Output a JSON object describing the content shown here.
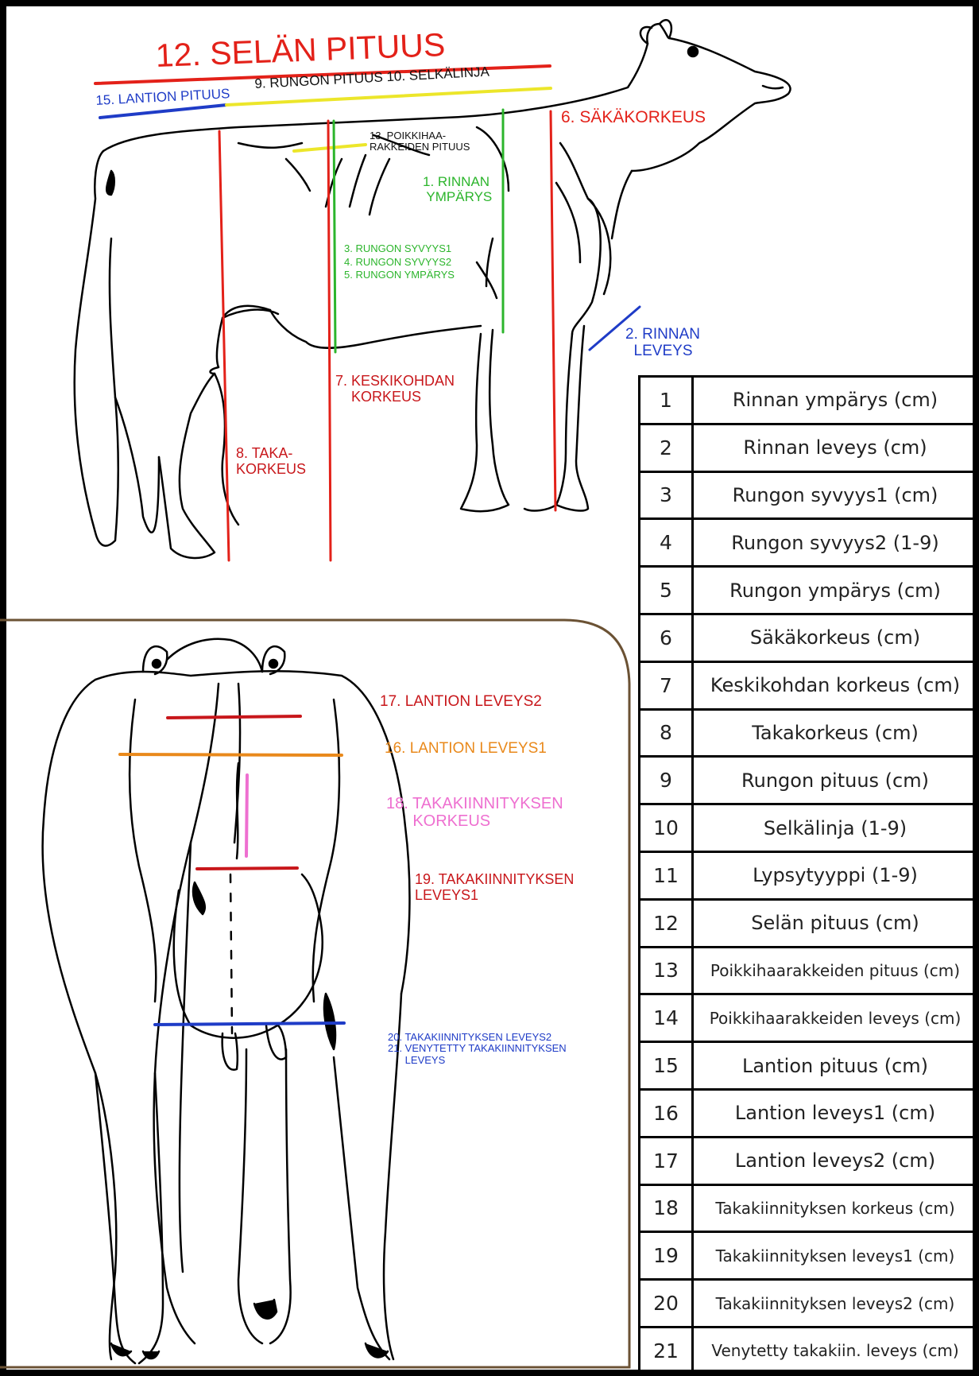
{
  "side_labels": {
    "l12": {
      "text": "12. SELÄN PITUUS",
      "color": "#e32119"
    },
    "l15": {
      "text": "15. LANTION PITUUS",
      "color": "#1f3cc7"
    },
    "l9_10": {
      "text": "9. RUNGON PITUUS 10. SELKÄLINJA",
      "color": "#111111"
    },
    "l6": {
      "text": "6. SÄKÄKORKEUS",
      "color": "#e32119"
    },
    "l13": {
      "text": "13. POIKKIHAA-\nRAKKEIDEN PITUUS",
      "color": "#111111"
    },
    "l1": {
      "text": "1. RINNAN\n YMPÄRYS",
      "color": "#2cb52c"
    },
    "l3_5": {
      "text": "3. RUNGON SYVYYS1\n4. RUNGON SYVYYS2\n5. RUNGON YMPÄRYS",
      "color": "#2cb52c"
    },
    "l2": {
      "text": "2. RINNAN\n  LEVEYS",
      "color": "#1f3cc7"
    },
    "l7": {
      "text": "7. KESKIKOHDAN\n    KORKEUS",
      "color": "#c8171b"
    },
    "l8": {
      "text": "8. TAKA-\nKORKEUS",
      "color": "#c8171b"
    }
  },
  "rear_labels": {
    "l17": {
      "text": "17. LANTION LEVEYS2",
      "color": "#c8171b"
    },
    "l16": {
      "text": "16. LANTION LEVEYS1",
      "color": "#e9891b"
    },
    "l18": {
      "text": "18. TAKAKIINNITYKSEN\n      KORKEUS",
      "color": "#ee6fd0"
    },
    "l19": {
      "text": "19. TAKAKIINNITYKSEN\nLEVEYS1",
      "color": "#c8171b"
    },
    "l20_21": {
      "text": "20. TAKAKIINNITYKSEN LEVEYS2\n21. VENYTETTY TAKAKIINNITYKSEN\n      LEVEYS",
      "color": "#1f3cc7"
    }
  },
  "measurements": [
    {
      "num": "1",
      "name": "Rinnan ympärys (cm)"
    },
    {
      "num": "2",
      "name": "Rinnan leveys (cm)"
    },
    {
      "num": "3",
      "name": "Rungon syvyys1 (cm)"
    },
    {
      "num": "4",
      "name": "Rungon syvyys2 (1-9)"
    },
    {
      "num": "5",
      "name": "Rungon ympärys (cm)"
    },
    {
      "num": "6",
      "name": "Säkäkorkeus (cm)"
    },
    {
      "num": "7",
      "name": "Keskikohdan korkeus (cm)"
    },
    {
      "num": "8",
      "name": "Takakorkeus (cm)"
    },
    {
      "num": "9",
      "name": "Rungon pituus (cm)"
    },
    {
      "num": "10",
      "name": "Selkälinja (1-9)"
    },
    {
      "num": "11",
      "name": "Lypsytyyppi (1-9)"
    },
    {
      "num": "12",
      "name": "Selän pituus (cm)"
    },
    {
      "num": "13",
      "name": "Poikkihaarakkeiden pituus (cm)"
    },
    {
      "num": "14",
      "name": "Poikkihaarakkeiden leveys (cm)"
    },
    {
      "num": "15",
      "name": "Lantion pituus (cm)"
    },
    {
      "num": "16",
      "name": "Lantion leveys1 (cm)"
    },
    {
      "num": "17",
      "name": "Lantion leveys2 (cm)"
    },
    {
      "num": "18",
      "name": "Takakiinnityksen korkeus (cm)"
    },
    {
      "num": "19",
      "name": "Takakiinnityksen leveys1 (cm)"
    },
    {
      "num": "20",
      "name": "Takakiinnityksen leveys2 (cm)"
    },
    {
      "num": "21",
      "name": "Venytetty takakiin. leveys (cm)"
    }
  ],
  "colors": {
    "red": "#e32119",
    "dark_red": "#c8171b",
    "blue": "#1f3cc7",
    "yellow": "#ece62a",
    "green": "#2cb52c",
    "orange": "#e9891b",
    "pink": "#ee6fd0",
    "panel_border": "#6b5234"
  },
  "icons": {
    "side_view": "cow-side-icon",
    "rear_view": "cow-rear-icon"
  }
}
